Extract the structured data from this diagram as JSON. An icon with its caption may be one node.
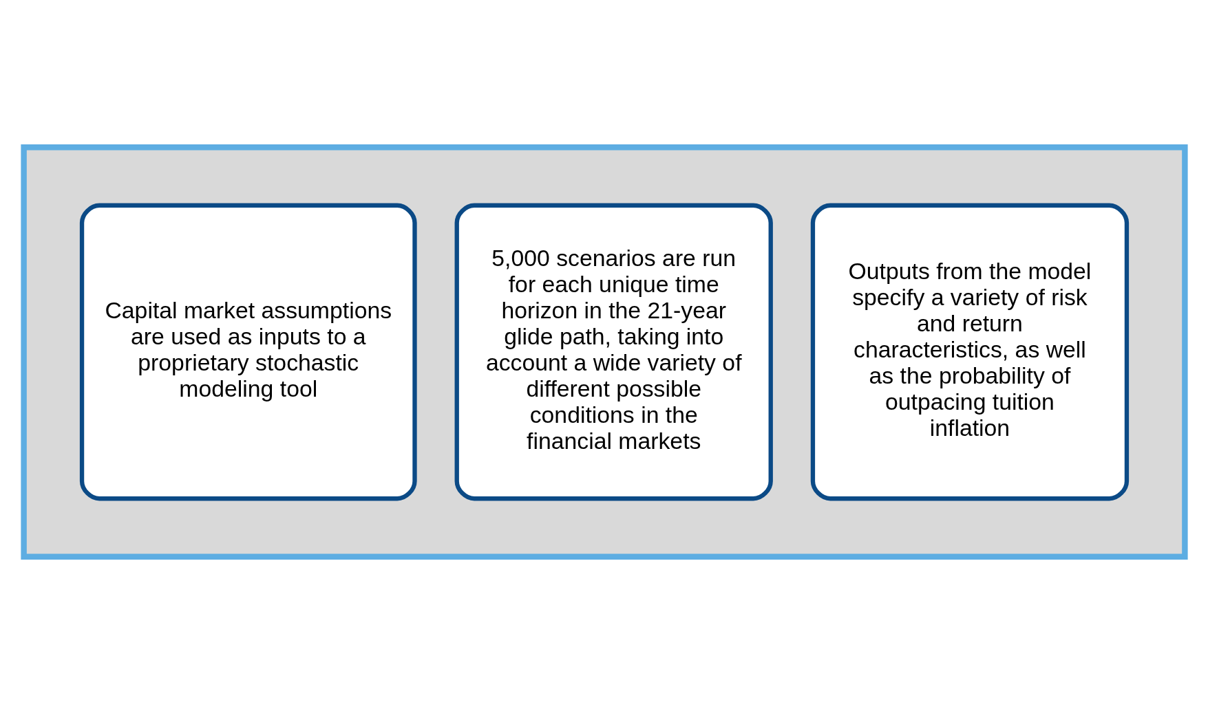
{
  "diagram": {
    "nodes": [
      {
        "text": [],
        "shape": "arrow"
      },
      {
        "text": [
          "Capital market assumptions are used as inputs to a proprietary stochastic modeling tool"
        ],
        "in": 0
      },
      {
        "text": [
          "5,000 scenarios are run for each unique time horizon in the 21-year glide path, taking into account a wide variety of different possible conditions in the financial markets"
        ],
        "in": 0
      },
      {
        "text": [
          "Outputs from the model specify a variety of risk and return characteristics, as well as the probability of outpacing tuition inflation"
        ],
        "in": 0
      }
    ]
  }
}
